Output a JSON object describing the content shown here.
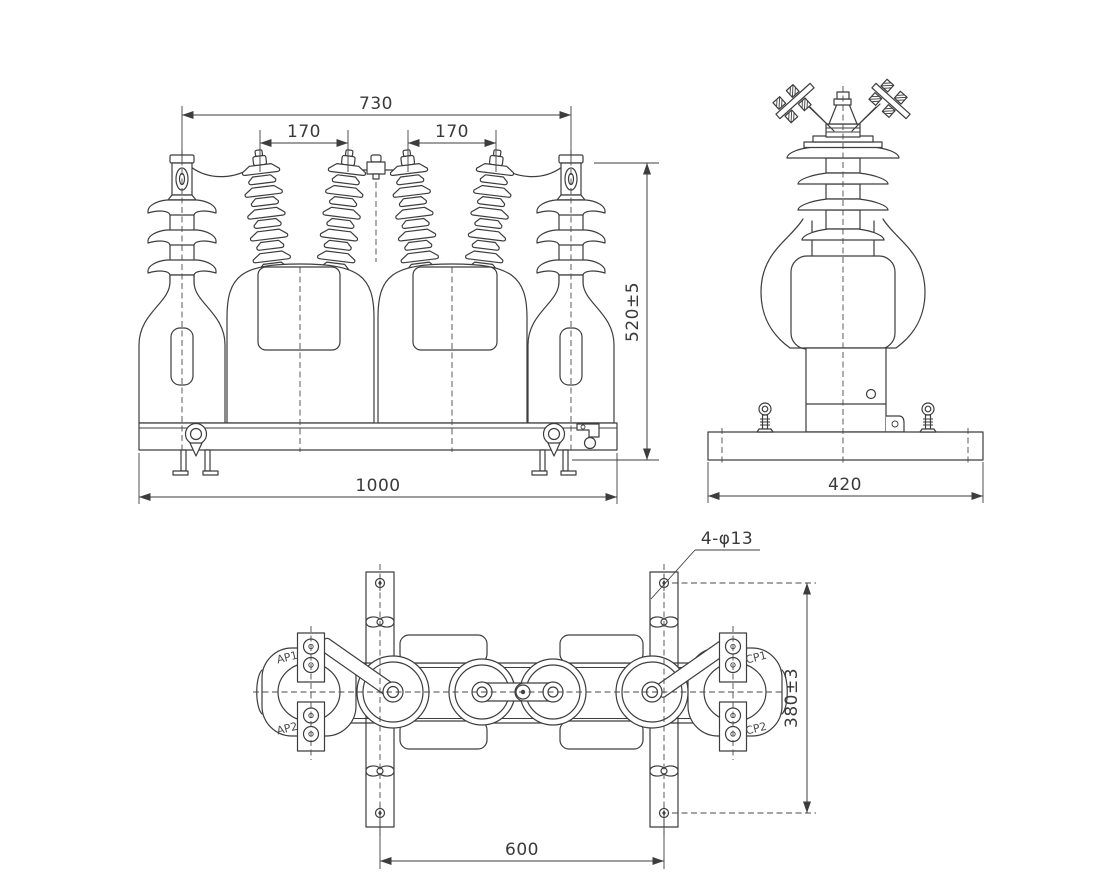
{
  "palette": {
    "line": "#3d3d3d",
    "background": "#ffffff"
  },
  "front_view": {
    "dim_span_top": "730",
    "dim_pair_left": "170",
    "dim_pair_right": "170",
    "dim_height": "520±5",
    "dim_base_width": "1000"
  },
  "side_view": {
    "dim_base_width": "420"
  },
  "plan_view": {
    "dim_mount_holes": "4-φ13",
    "dim_depth": "380±3",
    "dim_hole_spacing": "600",
    "terminal_ap1": "AP1",
    "terminal_ap2": "AP2",
    "terminal_cp1": "CP1",
    "terminal_cp2": "CP2"
  }
}
